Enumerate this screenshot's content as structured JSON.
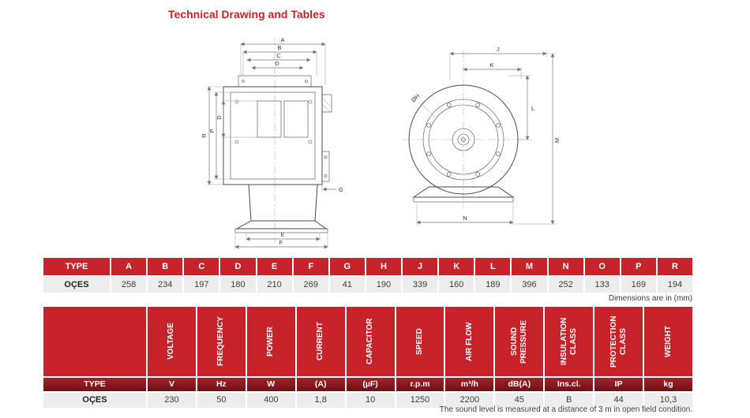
{
  "page": {
    "title": "Technical Drawing and Tables",
    "dimensions_note": "Dimensions are in (mm)",
    "sound_note": "The sound level is measured at a distance of 3 m in open field condition."
  },
  "drawing": {
    "labels": {
      "a": "A",
      "b": "B",
      "c": "C",
      "d_top": "D",
      "r": "R",
      "p": "P",
      "d_side": "D",
      "e": "E",
      "f": "F",
      "g": "G",
      "j": "J",
      "k": "K",
      "l": "L",
      "m": "M",
      "n": "N",
      "h": "ØH"
    }
  },
  "dim_table": {
    "type_header": "TYPE",
    "row_type": "OÇES",
    "columns": [
      "A",
      "B",
      "C",
      "D",
      "E",
      "F",
      "G",
      "H",
      "J",
      "K",
      "L",
      "M",
      "N",
      "O",
      "P",
      "R"
    ],
    "values": [
      "258",
      "234",
      "197",
      "180",
      "210",
      "269",
      "41",
      "190",
      "339",
      "160",
      "189",
      "396",
      "252",
      "133",
      "169",
      "194"
    ]
  },
  "spec_table": {
    "type_header": "TYPE",
    "row_type": "OÇES",
    "columns": [
      {
        "name": "VOLTAGE",
        "unit": "V",
        "value": "230"
      },
      {
        "name": "FREQUENCY",
        "unit": "Hz",
        "value": "50"
      },
      {
        "name": "POWER",
        "unit": "W",
        "value": "400"
      },
      {
        "name": "CURRENT",
        "unit": "(A)",
        "value": "1,8"
      },
      {
        "name": "CAPACITOR",
        "unit": "(µF)",
        "value": "10"
      },
      {
        "name": "SPEED",
        "unit": "r.p.m",
        "value": "1250"
      },
      {
        "name": "AIR FLOW",
        "unit": "m³/h",
        "value": "2200"
      },
      {
        "name": "SOUND PRESSURE",
        "unit": "dB(A)",
        "value": "45"
      },
      {
        "name": "INSULATION CLASS",
        "unit": "Ins.cl.",
        "value": "B"
      },
      {
        "name": "PROTECTION CLASS",
        "unit": "IP",
        "value": "44"
      },
      {
        "name": "WEIGHT",
        "unit": "kg",
        "value": "10,3"
      }
    ]
  },
  "colors": {
    "accent_red": "#c8232b",
    "dark_red_band": "#6e1216",
    "row_gray": "#ededed"
  }
}
